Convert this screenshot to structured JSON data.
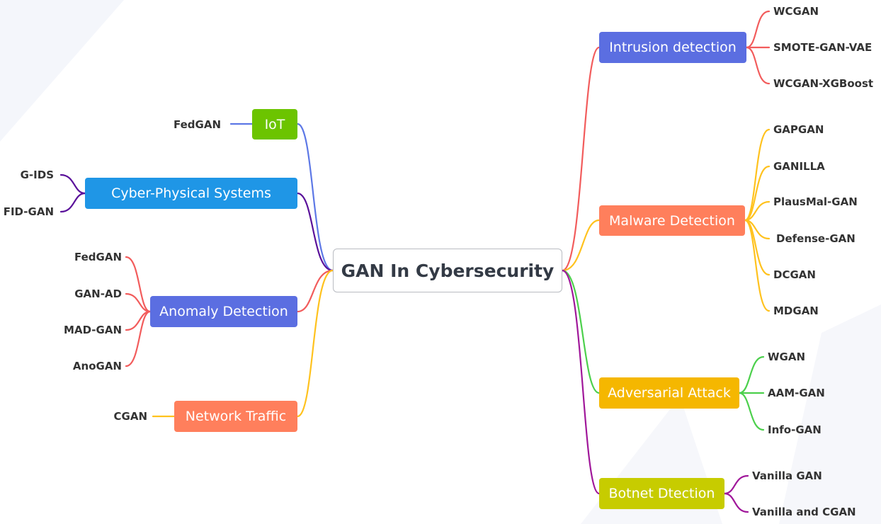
{
  "root": {
    "label": "GAN In Cybersecurity"
  },
  "branches": {
    "intrusion": {
      "label": "Intrusion detection",
      "color": "#5b6ee1",
      "line": "#f25c5c",
      "items": [
        "WCGAN",
        "SMOTE-GAN-VAE",
        "WCGAN-XGBoost"
      ]
    },
    "malware": {
      "label": "Malware Detection",
      "color": "#ff7f5c",
      "line": "#ffc21e",
      "items": [
        "GAPGAN",
        "GANILLA",
        "PlausMal-GAN",
        "Defense-GAN",
        "DCGAN",
        "MDGAN"
      ]
    },
    "adversarial": {
      "label": "Adversarial Attack",
      "color": "#f5b700",
      "line": "#4cd04c",
      "items": [
        "WGAN",
        "AAM-GAN",
        "Info-GAN"
      ]
    },
    "botnet": {
      "label": "Botnet Dtection",
      "color": "#c7cc00",
      "line": "#a0179a",
      "items": [
        "Vanilla GAN",
        "Vanilla and CGAN"
      ]
    },
    "iot": {
      "label": "IoT",
      "color": "#6cc400",
      "line": "#5d78e6",
      "items": [
        "FedGAN"
      ]
    },
    "cps": {
      "label": "Cyber-Physical Systems",
      "color": "#1f96e6",
      "line": "#5a119a",
      "items": [
        "G-IDS",
        "FID-GAN"
      ]
    },
    "anomaly": {
      "label": "Anomaly Detection",
      "color": "#5b6ee1",
      "line": "#f25c5c",
      "items": [
        "FedGAN",
        "GAN-AD",
        "MAD-GAN",
        "AnoGAN"
      ]
    },
    "network": {
      "label": "Network Traffic",
      "color": "#ff7f5c",
      "line": "#ffc21e",
      "items": [
        "CGAN"
      ]
    }
  }
}
